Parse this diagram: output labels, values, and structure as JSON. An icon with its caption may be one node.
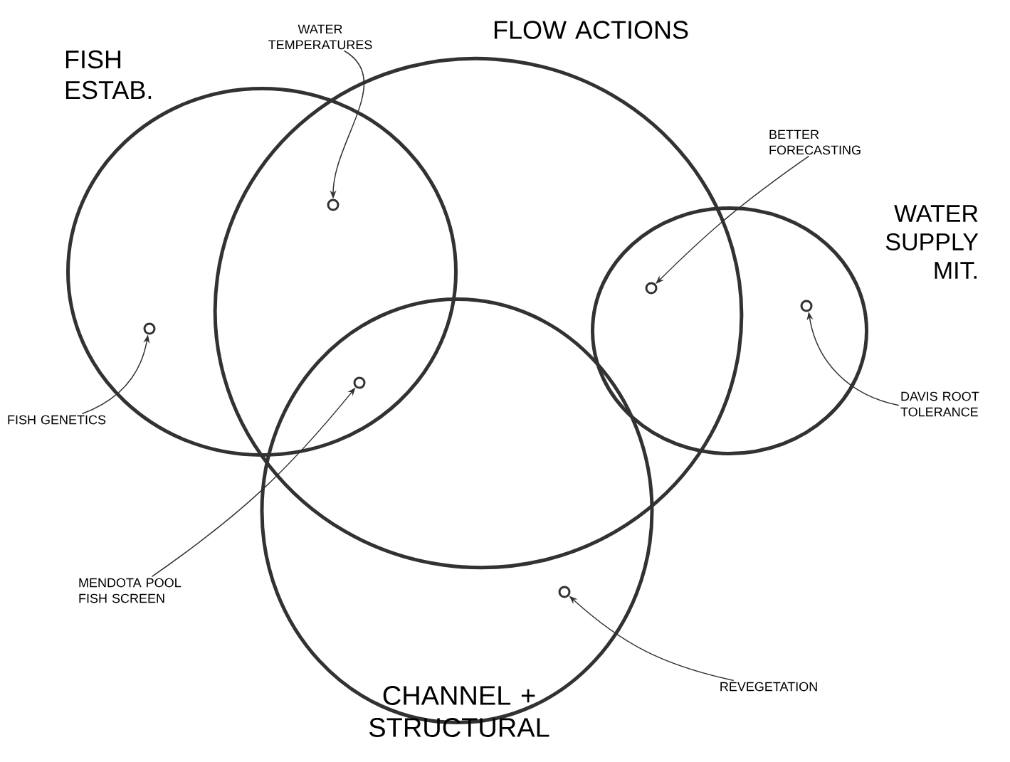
{
  "diagram": {
    "nodes": [
      {
        "text": [
          "FISH ESTAB."
        ]
      },
      {
        "text": [
          "FLOW ACTIONS"
        ]
      },
      {
        "text": [
          "WATER SUPPLY MIT."
        ]
      },
      {
        "text": [
          "CHANNEL + STRUCTURAL"
        ]
      },
      {
        "text": [
          "WATER TEMPERATURES"
        ]
      },
      {
        "text": [],
        "shape": "circle"
      },
      {
        "text": [
          "BETTER FORECASTING"
        ]
      },
      {
        "text": [],
        "shape": "circle"
      },
      {
        "text": [],
        "shape": "circle",
        "in": 0
      },
      {
        "text": [
          "FISH GENETICS"
        ]
      },
      {
        "text": [],
        "shape": "circle"
      },
      {
        "text": [
          "MENDOTA POOL FISH SCREEN"
        ]
      },
      {
        "text": [],
        "shape": "circle",
        "in": 2
      },
      {
        "text": [
          "DAVIS ROOT TOLERANCE"
        ]
      },
      {
        "text": [],
        "shape": "circle",
        "in": 3
      },
      {
        "text": [
          "REVEGETATION"
        ]
      }
    ],
    "edges": [
      {
        "from": 4,
        "to": 5,
        "arrow": "to"
      },
      {
        "from": 6,
        "to": 7,
        "arrow": "to"
      },
      {
        "from": 9,
        "to": 8,
        "arrow": "to"
      },
      {
        "from": 11,
        "to": 10,
        "arrow": "to"
      },
      {
        "from": 13,
        "to": 12,
        "arrow": "to"
      },
      {
        "from": 15,
        "to": 14,
        "arrow": "to"
      }
    ]
  }
}
